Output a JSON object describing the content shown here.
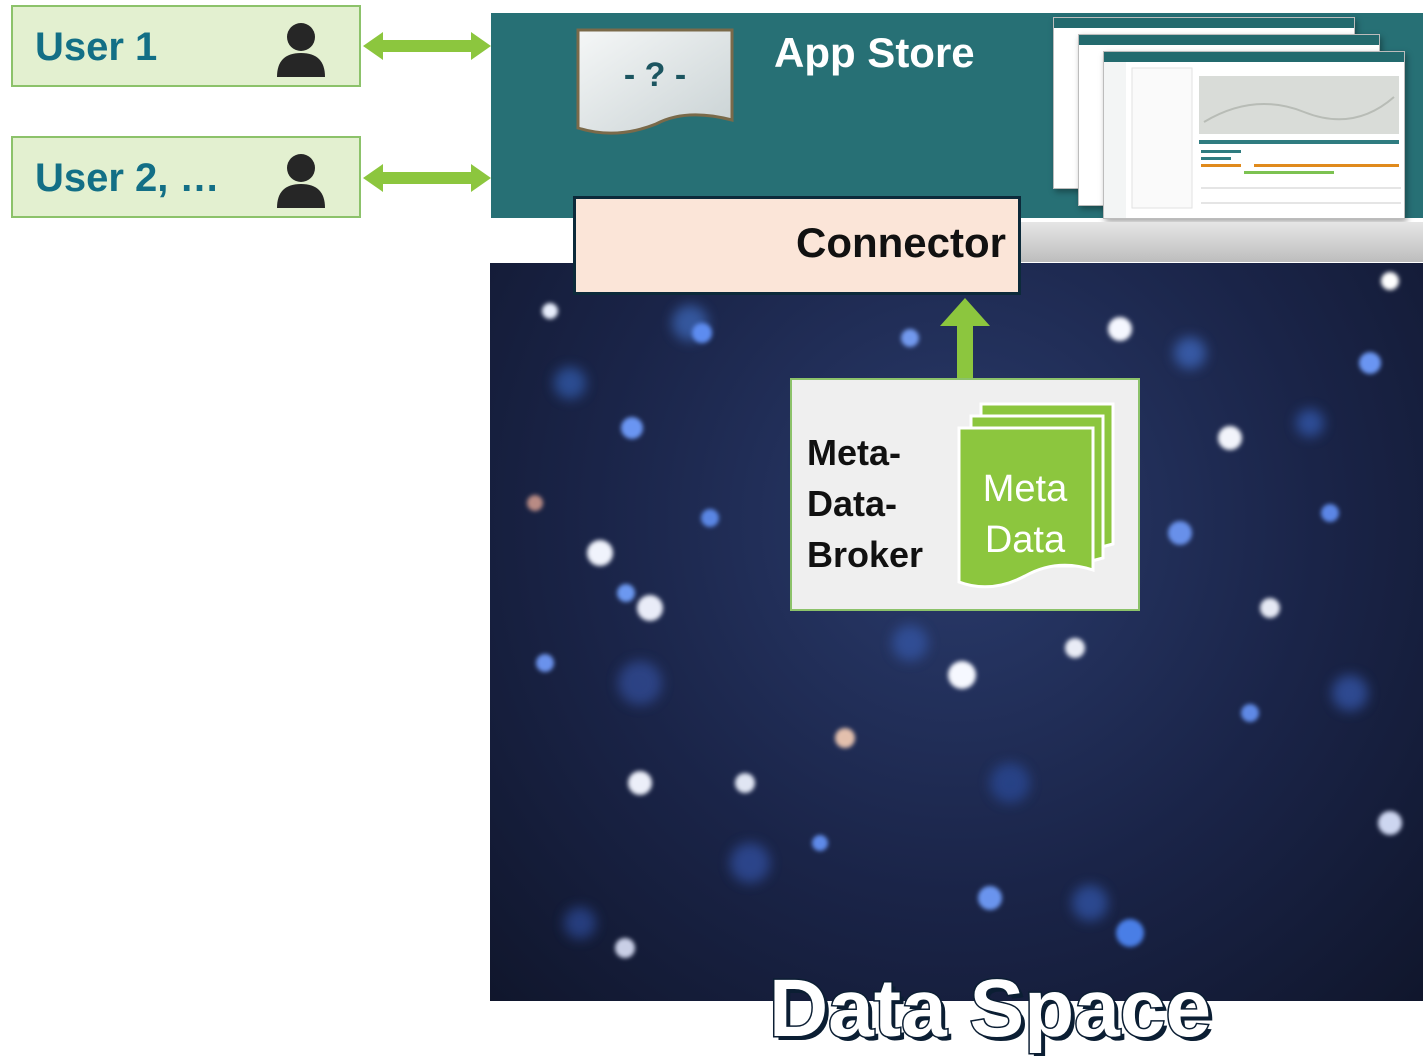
{
  "users": [
    {
      "label": "User 1"
    },
    {
      "label": "User 2, …"
    }
  ],
  "app_store": {
    "title": "App Store",
    "placeholder_doc": "- ? -"
  },
  "connector": {
    "label": "Connector"
  },
  "broker": {
    "label_lines": [
      "Meta-",
      "Data-",
      "Broker"
    ],
    "doc_lines": [
      "Meta",
      "Data"
    ]
  },
  "data_space": {
    "title": "Data Space"
  },
  "colors": {
    "user_text": "#136f86",
    "user_box_fill": "#e3f0d0",
    "green_accent": "#8cc26a",
    "app_store_bg": "#277075",
    "connector_fill": "#fbe5d8"
  }
}
